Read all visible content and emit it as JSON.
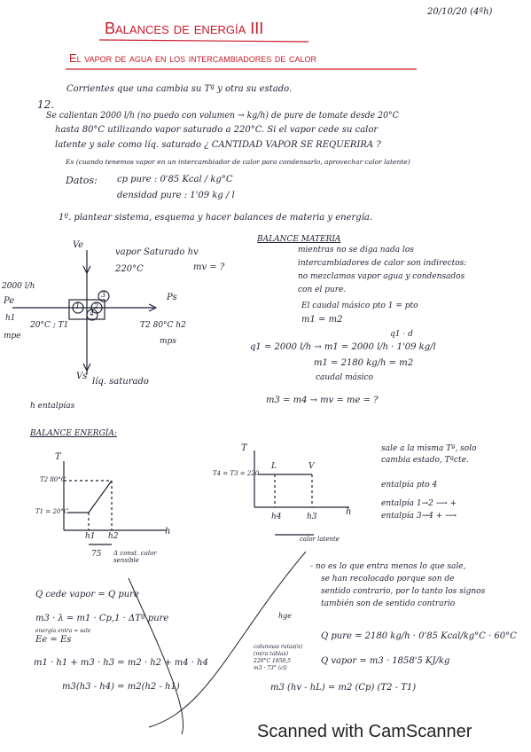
{
  "header": {
    "date": "20/10/20 (4ªh)",
    "title": "Balances de energía III",
    "subtitle": "El vapor de agua en los intercambiadores de calor",
    "intro": "Corrientes que una cambia su Tª y otra su estado."
  },
  "problem": {
    "number": "12.",
    "line1": "Se calientan 2000 l/h (no puedo con volumen → kg/h) de pure de tomate desde 20°C",
    "line2": "hasta 80°C utilizando vapor saturado a 220°C. Si el vapor cede su calor",
    "line3": "latente y sale como líq. saturado ¿ CANTIDAD VAPOR SE REQUERIRA ?",
    "note": "Es (cuando tenemos vapor en un intercambiador de calor para condensarlo, aprovechar calor latente)",
    "datos_label": "Datos:",
    "datos1": "cp pure : 0'85 Kcal / kg°C",
    "datos2": "densidad pure : 1'09 kg / l"
  },
  "step1": "1º. plantear sistema, esquema y hacer balances de materia y energía.",
  "diagram": {
    "ve": "Ve",
    "vapor": "vapor Saturado  hv",
    "vapor_t": "220°C",
    "mv": "mv = ?",
    "flow": "2000 l/h",
    "pe": "Pe",
    "h1": "h1",
    "mpe": "mpe",
    "t1": "20°C ; T1",
    "ps": "Ps",
    "t2": "T2  80°C   h2",
    "mps": "mps",
    "vs": "Vs",
    "liq": "líq. saturado",
    "n1": "1",
    "n2": "2",
    "n3": "3",
    "n4": "4",
    "h_entalpias": "h entalpías"
  },
  "balance_materia": {
    "title": "BALANCE MATERIA",
    "l1": "mientras no se diga nada los",
    "l2": "intercambiadores de calor son indirectos:",
    "l3": "no mezclamos vapor agua y condensados",
    "l4": "con el pure.",
    "l5": "El caudal másico pto 1 = pto",
    "l6": "m1 = m2",
    "l7": "q1 · d",
    "l8": "q1 = 2000 l/h → m1 = 2000 l/h · 1'09 kg/l",
    "l9": "m1 = 2180 kg/h  = m2",
    "l10": "caudal másico",
    "l11": "m3 = m4 → mv = me = ?"
  },
  "balance_energia": {
    "title": "BALANCE ENERGÍA:",
    "g1_t": "T",
    "g1_t2": "T2 80°C",
    "g1_t1": "T1 = 20°C",
    "g1_h1": "h1",
    "g1_h2": "h2",
    "g1_h": "h",
    "g1_75": "75",
    "g1_note": "Δ const. calor sensible",
    "g2_t": "T",
    "g2_t34": "T4 = T3 = 220",
    "g2_L": "L",
    "g2_V": "V",
    "g2_h4": "h4",
    "g2_h3": "h3",
    "g2_h": "h",
    "g2_note": "calor latente",
    "side1": "sale a la misma Tª, solo",
    "side2": "cambia estado, Tªcte.",
    "side3": "entalpía pto 4",
    "side4": "entalpía 1→2 ⟶ +",
    "side5": "entalpía 3→4  + ⟶",
    "r1": "- no es lo que entra menos lo que sale,",
    "r2": "se han recolocado porque son de",
    "r3": "sentido contrario, por lo tanto los signos",
    "r4": "también son de sentido contrario"
  },
  "equations": {
    "e1": "Q cede vapor = Q pure",
    "e2": "m3 · λ = m1 · Cp,1 · ΔTª pure",
    "e3": "energía entra = sale",
    "e4": "Ee = Es",
    "e5": "m1 · h1 + m3 · h3 = m2 · h2 + m4 · h4",
    "e6": "m3(h3 - h4) = m2(h2 - h1)",
    "e7": "m3 (hv - hL) = m2 (Cp) (T2 - T1)",
    "hge": "hge",
    "q1": "Q pure = 2180 kg/h · 0'85 Kcal/kg°C · 60°C",
    "tabla1": "columnas rutas(n)",
    "tabla2": "(mira tablas)",
    "tabla3": "220°C  1858,5",
    "tabla4": "m3 · 73° (cl)",
    "q2": "Q vapor = m3 · 1858'5 KJ/kg"
  },
  "footer": "Scanned with CamScanner"
}
